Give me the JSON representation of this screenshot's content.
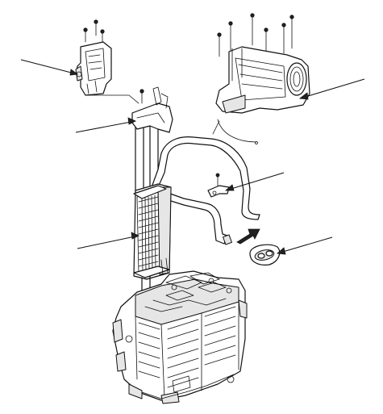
{
  "diagram": {
    "callouts": [
      {
        "id": "bracket-top-left"
      },
      {
        "id": "duct-top-right"
      },
      {
        "id": "heater-pipe-bracket"
      },
      {
        "id": "hose-clamp"
      },
      {
        "id": "heater-core"
      },
      {
        "id": "grommet"
      }
    ]
  }
}
